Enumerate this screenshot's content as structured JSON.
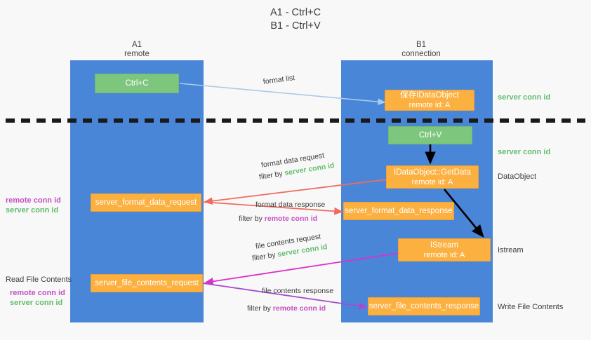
{
  "title": {
    "line1": "A1 - Ctrl+C",
    "line2": "B1 - Ctrl+V"
  },
  "colors": {
    "lane": "#4a86d8",
    "orange_box": "#fbb040",
    "green_box": "#7dc67d",
    "server_conn_id": "#62bd6d",
    "remote_conn_id": "#c451c4",
    "arrow_blue": "#a9cbe8",
    "arrow_red": "#ef6b5e",
    "arrow_magenta": "#d832c8",
    "arrow_purple": "#a64bd0",
    "arrow_black": "#000000",
    "divider": "#1a1a1a"
  },
  "lanes": [
    {
      "id": "a1",
      "title": "A1",
      "subtitle": "remote"
    },
    {
      "id": "b1",
      "title": "B1",
      "subtitle": "connection"
    }
  ],
  "boxes": [
    {
      "id": "ctrl_c",
      "line1": "Ctrl+C",
      "line2": "",
      "style": "green"
    },
    {
      "id": "save_ido",
      "line1": "保存IDataObject",
      "line2": "remote id: A",
      "style": "orange"
    },
    {
      "id": "ctrl_v",
      "line1": "Ctrl+V",
      "line2": "",
      "style": "green"
    },
    {
      "id": "getdata",
      "line1": "IDataObject::GetData",
      "line2": "remote id: A",
      "style": "orange"
    },
    {
      "id": "istream",
      "line1": "IStream",
      "line2": "remote id: A",
      "style": "orange"
    },
    {
      "id": "sfdreq",
      "line1": "server_format_data_request",
      "line2": "",
      "style": "orange"
    },
    {
      "id": "sfdres",
      "line1": "server_format_data_response",
      "line2": "",
      "style": "orange"
    },
    {
      "id": "sfcreq",
      "line1": "server_file_contents_request",
      "line2": "",
      "style": "orange"
    },
    {
      "id": "sfcres",
      "line1": "server_file_contents_response",
      "line2": "",
      "style": "orange"
    }
  ],
  "edge_labels": {
    "format_list": "format list",
    "format_data_request": "format data request",
    "format_data_response": "format data response",
    "file_contents_request": "file contents request",
    "file_contents_response": "file contents response",
    "filter_by": "filter by",
    "server_conn_id": "server conn id",
    "remote_conn_id": "remote conn id"
  },
  "right_labels": [
    {
      "id": "r1",
      "text": "server conn id",
      "kind": "green"
    },
    {
      "id": "r2",
      "text": "server conn id",
      "kind": "green"
    },
    {
      "id": "r3",
      "text": "DataObject",
      "kind": "plain"
    },
    {
      "id": "r4",
      "text": "Istream",
      "kind": "plain"
    },
    {
      "id": "r5",
      "text": "Write File Contents",
      "kind": "plain"
    }
  ],
  "left_labels": {
    "group1_remote": "remote conn id",
    "group1_server": "server conn id",
    "read_file_contents": "Read File Contents",
    "group2_remote": "remote conn id",
    "group2_server": "server conn id"
  }
}
